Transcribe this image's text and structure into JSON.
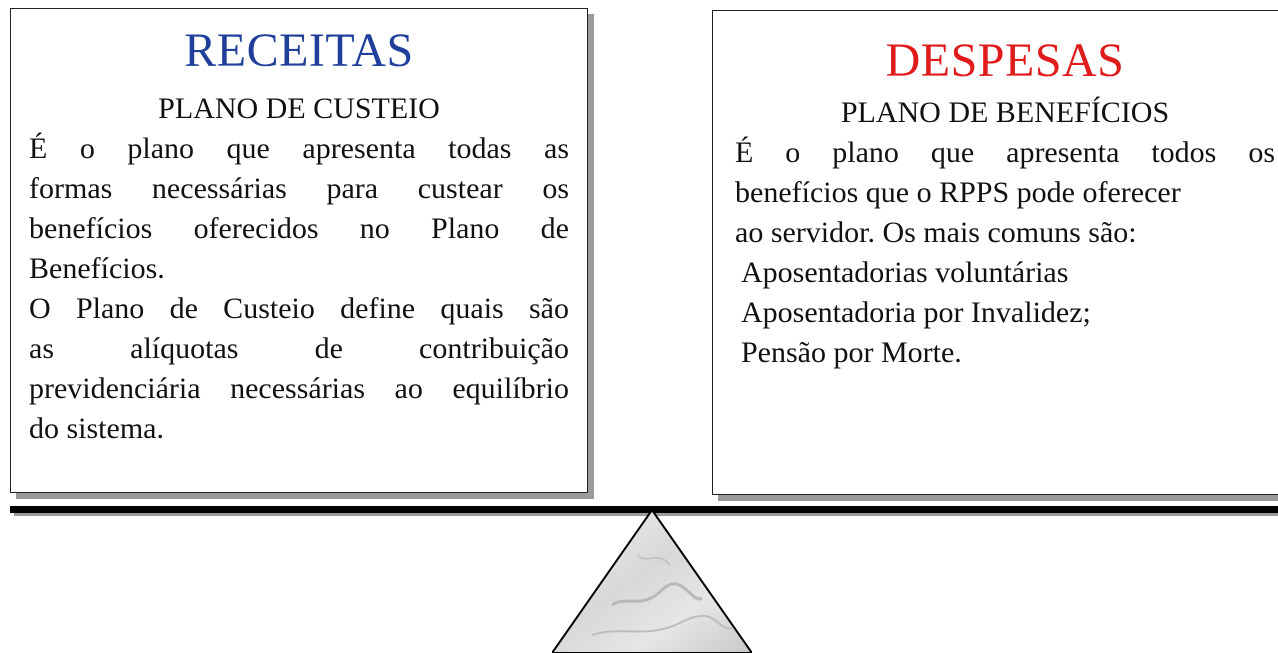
{
  "receitas": {
    "title": "RECEITAS",
    "subtitle": "PLANO DE CUSTEIO",
    "paragraph1_lines": [
      "É o plano que apresenta todas as",
      "formas necessárias para custear os",
      "benefícios oferecidos no Plano de",
      "Benefícios."
    ],
    "paragraph2_lines": [
      "O Plano de Custeio define quais são",
      "as alíquotas de contribuição",
      "previdenciária necessárias ao equilíbrio",
      "do sistema."
    ]
  },
  "despesas": {
    "title": "DESPESAS",
    "subtitle": "PLANO DE BENEFÍCIOS",
    "paragraph_lines": [
      "É o plano que apresenta todos os",
      "benefícios que o RPPS pode oferecer",
      "ao servidor. Os mais comuns são:"
    ],
    "items": [
      "Aposentadorias voluntárias",
      "Aposentadoria por Invalidez;",
      "Pensão por Morte."
    ]
  },
  "colors": {
    "receitas_title": "#1f3f9a",
    "despesas_title": "#e01b1b",
    "beam": "#000000",
    "fulcrum": "#d9d9d9"
  }
}
